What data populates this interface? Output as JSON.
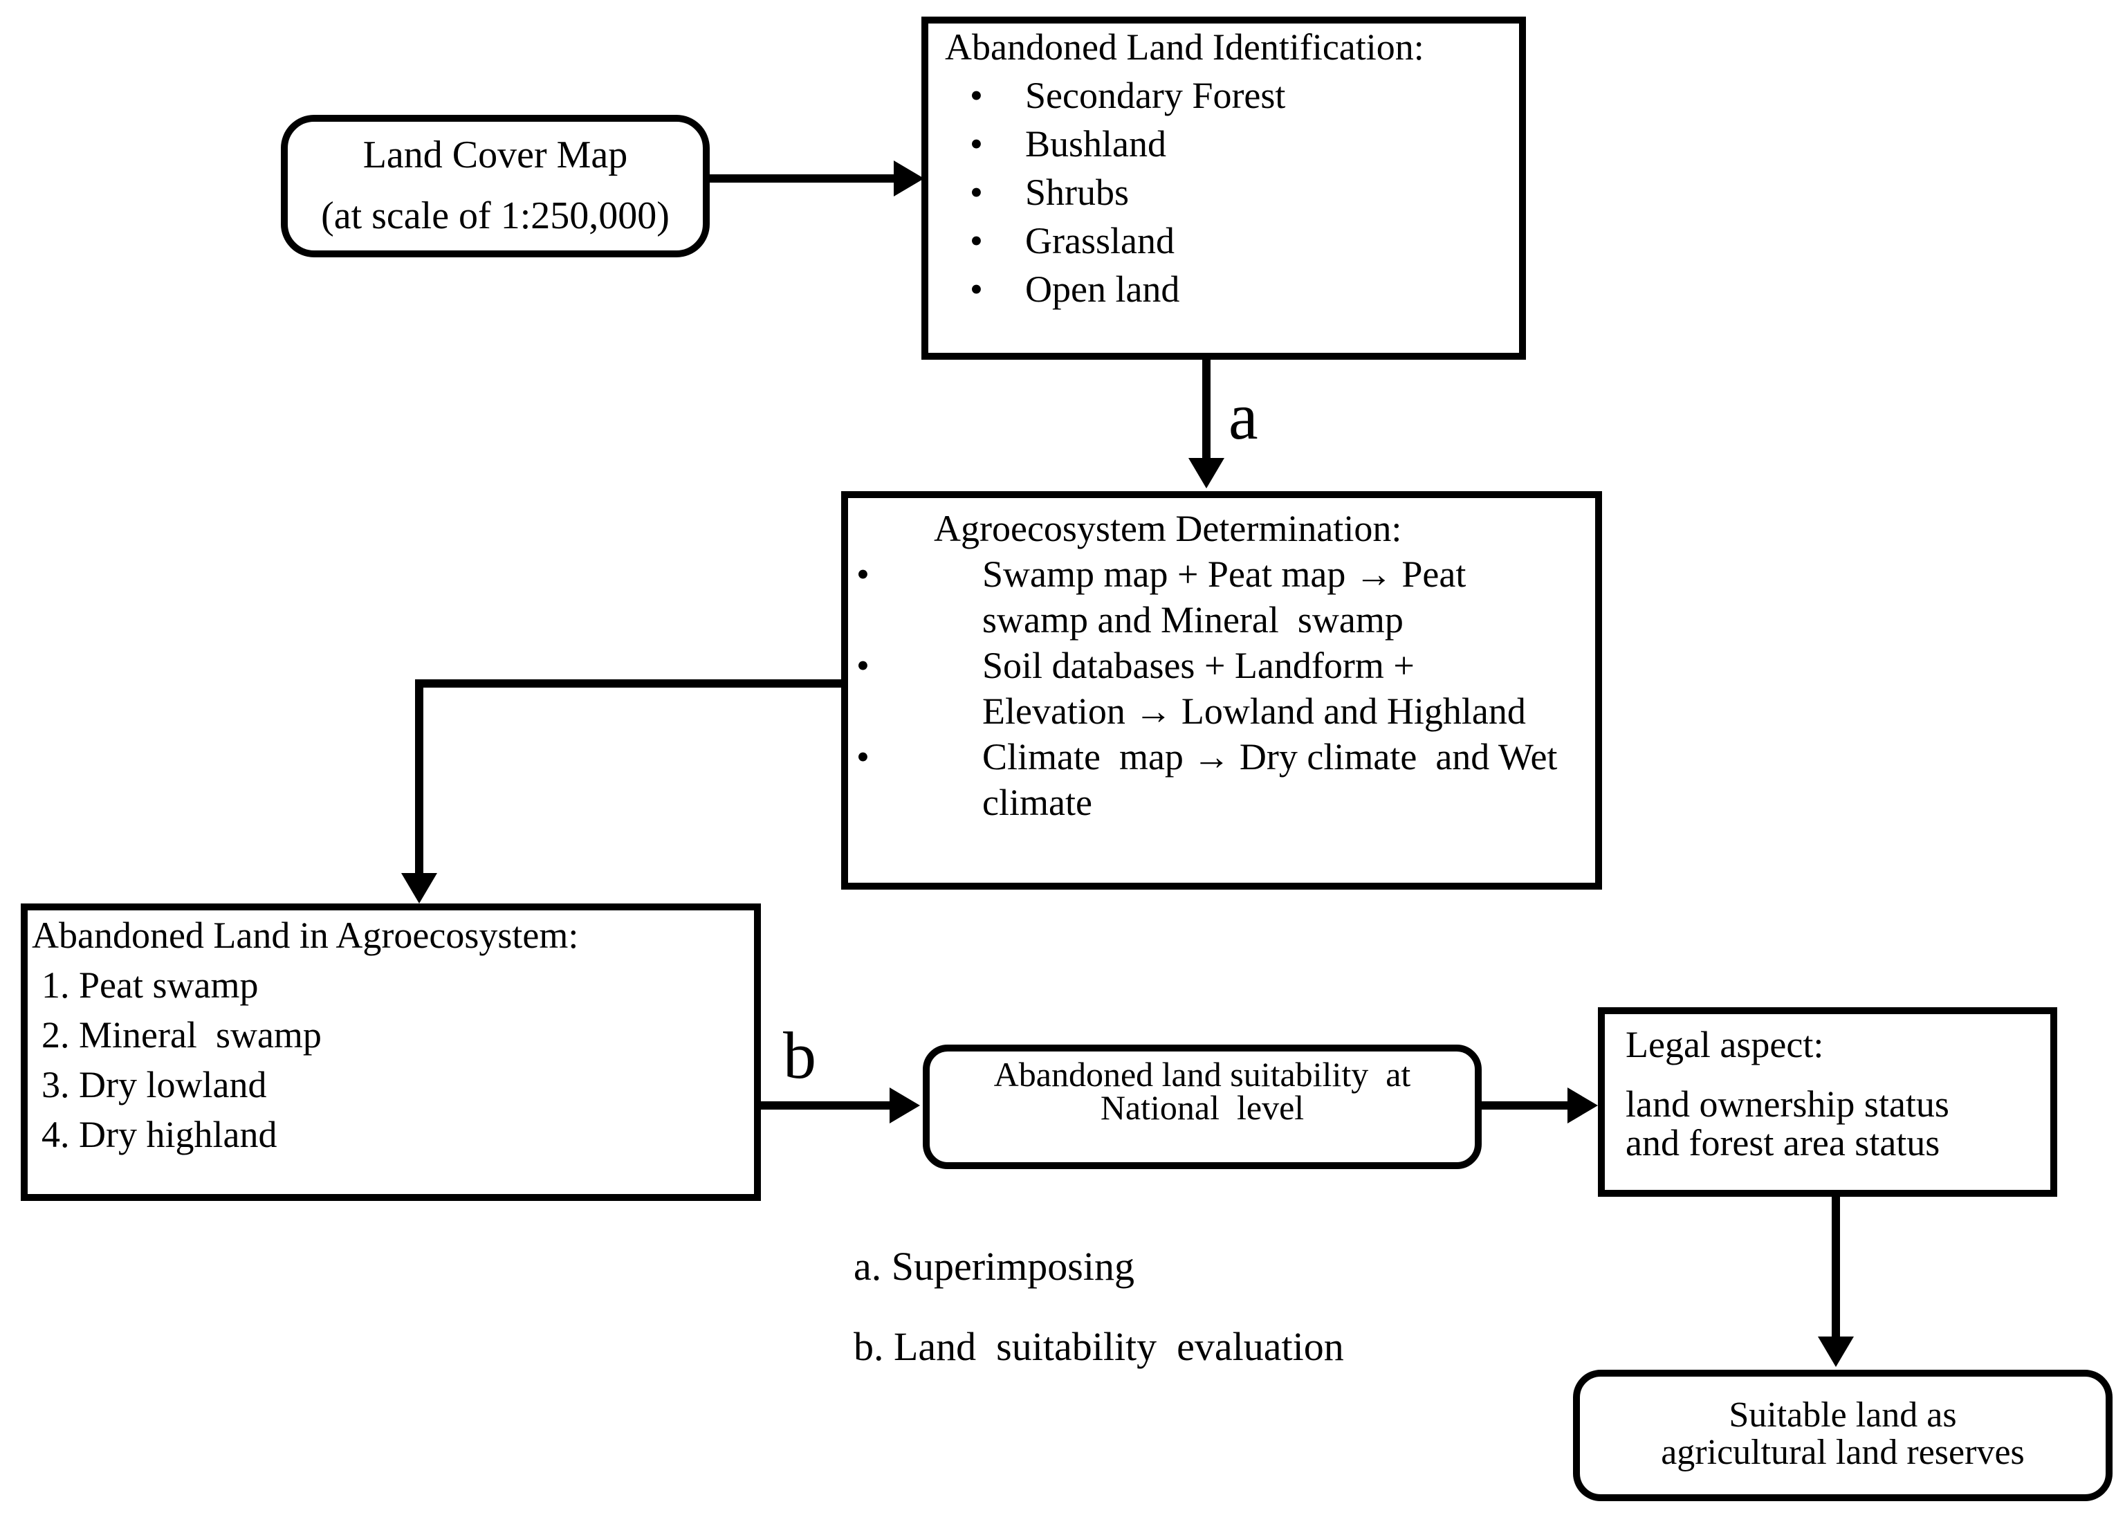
{
  "style": {
    "ink": "#000000",
    "background": "#ffffff"
  },
  "diagram": {
    "nodes": {
      "land_cover": {
        "lines": [
          "Land Cover Map",
          "(at scale of 1:250,000)"
        ]
      },
      "identification": {
        "title": "Abandoned Land Identification:",
        "bullet": "•",
        "items": [
          "Secondary Forest",
          "Bushland",
          "Shrubs",
          "Grassland",
          "Open land"
        ]
      },
      "agroecosystem": {
        "title": "Agroecosystem Determination:",
        "bullet": "•",
        "items": [
          {
            "lines": [
              "Swamp map + Peat map → Peat",
              "swamp and Mineral  swamp"
            ]
          },
          {
            "lines": [
              "Soil databases + Landform +",
              "Elevation → Lowland and Highland"
            ]
          },
          {
            "lines": [
              "Climate  map → Dry climate  and Wet",
              "climate"
            ]
          }
        ]
      },
      "abandoned": {
        "title": "Abandoned Land in Agroecosystem:",
        "items": [
          "1. Peat swamp",
          "2. Mineral  swamp",
          "3. Dry lowland",
          "4. Dry highland"
        ]
      },
      "suitability": {
        "lines": [
          "Abandoned land suitability  at",
          "National  level"
        ]
      },
      "legal": {
        "title": "Legal aspect:",
        "lines": [
          "land ownership status",
          "and forest area status"
        ]
      },
      "suitable": {
        "lines": [
          "Suitable land as",
          "agricultural land reserves"
        ]
      }
    },
    "edge_labels": {
      "a": "a",
      "b": "b"
    },
    "legend": [
      "a. Superimposing",
      "b. Land  suitability  evaluation"
    ]
  }
}
